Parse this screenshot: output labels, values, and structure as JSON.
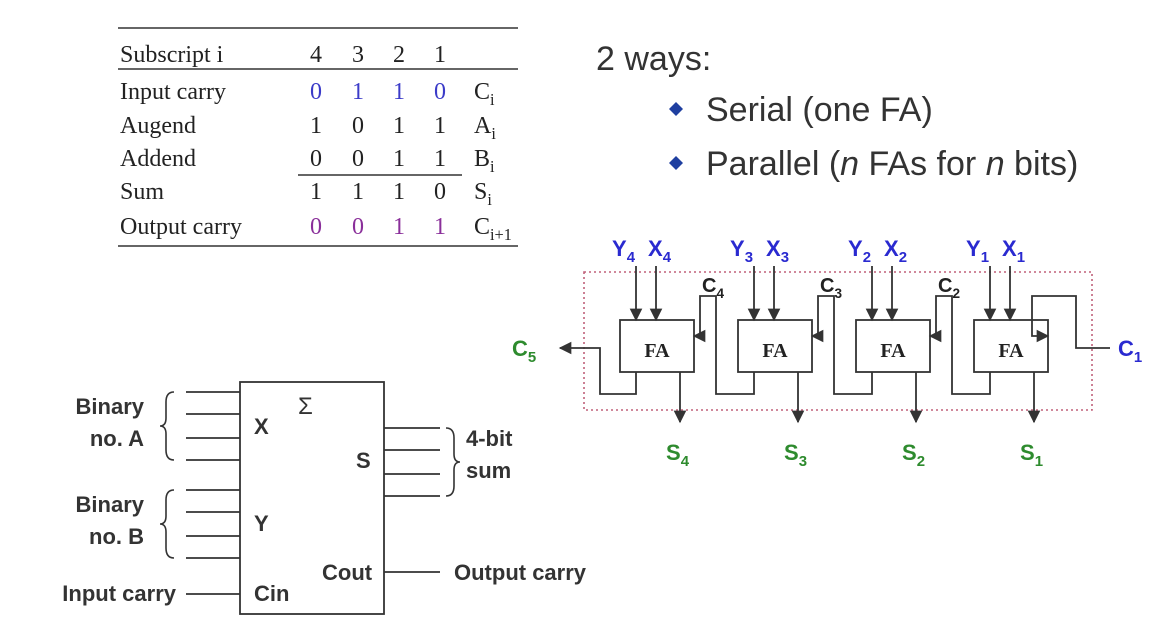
{
  "table": {
    "header": {
      "label": "Subscript i",
      "cols": [
        "4",
        "3",
        "2",
        "1"
      ]
    },
    "rows": [
      {
        "label": "Input carry",
        "values": [
          "0",
          "1",
          "1",
          "0"
        ],
        "sym": "C",
        "sub": "i",
        "color": "#3b3bc8"
      },
      {
        "label": "Augend",
        "values": [
          "1",
          "0",
          "1",
          "1"
        ],
        "sym": "A",
        "sub": "i",
        "color": "#222222"
      },
      {
        "label": "Addend",
        "values": [
          "0",
          "0",
          "1",
          "1"
        ],
        "sym": "B",
        "sub": "i",
        "color": "#222222"
      },
      {
        "label": "Sum",
        "values": [
          "1",
          "1",
          "1",
          "0"
        ],
        "sym": "S",
        "sub": "i",
        "color": "#222222"
      },
      {
        "label": "Output carry",
        "values": [
          "0",
          "0",
          "1",
          "1"
        ],
        "sym": "C",
        "sub": "i+1",
        "color": "#8a2f9a"
      }
    ]
  },
  "ways": {
    "title": "2 ways:",
    "items": [
      {
        "parts": [
          {
            "t": "Serial (one FA)",
            "i": false
          }
        ]
      },
      {
        "parts": [
          {
            "t": "Parallel (",
            "i": false
          },
          {
            "t": "n",
            "i": true
          },
          {
            "t": " FAs for ",
            "i": false
          },
          {
            "t": "n",
            "i": true
          },
          {
            "t": " bits)",
            "i": false
          }
        ]
      }
    ]
  },
  "block": {
    "group_a": [
      "Binary",
      "no. A"
    ],
    "group_b": [
      "Binary",
      "no. B"
    ],
    "x": "X",
    "y": "Y",
    "sigma": "Σ",
    "s": "S",
    "cin": "Cin",
    "cout": "Cout",
    "input_carry": "Input carry",
    "output_carry": "Output carry",
    "sum_label": [
      "4-bit",
      "sum"
    ]
  },
  "adder": {
    "fa_label": "FA",
    "stages": [
      {
        "y": "Y",
        "x": "X",
        "i": "4",
        "s": "S",
        "carry": "C",
        "carry_sub": "4"
      },
      {
        "y": "Y",
        "x": "X",
        "i": "3",
        "s": "S",
        "carry": "C",
        "carry_sub": "3"
      },
      {
        "y": "Y",
        "x": "X",
        "i": "2",
        "s": "S",
        "carry": "C",
        "carry_sub": "2"
      },
      {
        "y": "Y",
        "x": "X",
        "i": "1",
        "s": "S",
        "carry": null,
        "carry_sub": null
      }
    ],
    "c_in": {
      "t": "C",
      "sub": "1"
    },
    "c_out": {
      "t": "C",
      "sub": "5"
    },
    "colors": {
      "input": "#2a2ad0",
      "output": "#2e8b2e",
      "wire": "#333333",
      "box": "#c0607a"
    }
  }
}
